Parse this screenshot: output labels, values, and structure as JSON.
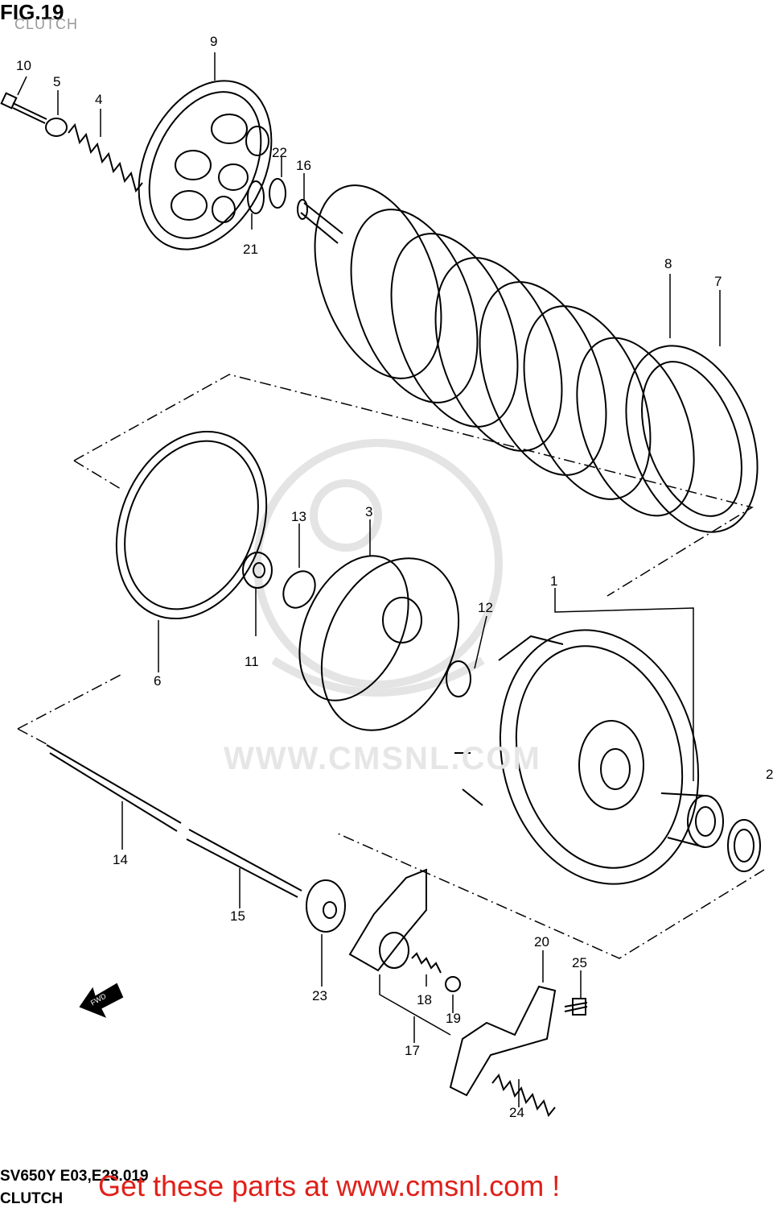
{
  "figure": {
    "title": "FIG.19",
    "subtitle": "CLUTCH"
  },
  "watermark": "WWW.CMSNL.COM",
  "parts": {
    "p1": "1",
    "p2": "2",
    "p3": "3",
    "p4": "4",
    "p5": "5",
    "p6": "6",
    "p7": "7",
    "p8": "8",
    "p9": "9",
    "p10": "10",
    "p11": "11",
    "p12": "12",
    "p13": "13",
    "p14": "14",
    "p15": "15",
    "p16": "16",
    "p17": "17",
    "p18": "18",
    "p19": "19",
    "p20": "20",
    "p21": "21",
    "p22": "22",
    "p23": "23",
    "p24": "24",
    "p25": "25"
  },
  "direction_marker": "FWD",
  "footer": {
    "code": "SV650Y E03,E28.019",
    "subtitle": "CLUTCH"
  },
  "cta": "Get these parts at www.cmsnl.com !"
}
